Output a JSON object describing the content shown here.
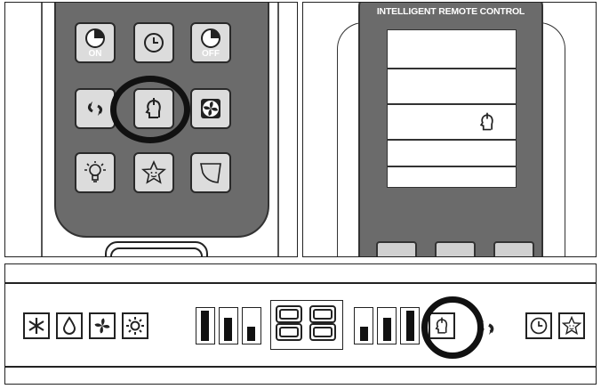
{
  "remote_pad": {
    "buttons": [
      {
        "id": "timer-on",
        "icon": "timer-on-icon",
        "label": "ON"
      },
      {
        "id": "clock",
        "icon": "clock-icon",
        "label": ""
      },
      {
        "id": "timer-off",
        "icon": "timer-off-icon",
        "label": "OFF"
      },
      {
        "id": "swing",
        "icon": "swing-icon",
        "label": ""
      },
      {
        "id": "intelligent",
        "icon": "intelligent-sensor-icon",
        "label": ""
      },
      {
        "id": "fan",
        "icon": "fan-icon",
        "label": ""
      },
      {
        "id": "light",
        "icon": "bulb-icon",
        "label": ""
      },
      {
        "id": "sleep",
        "icon": "star-face-icon",
        "label": ""
      },
      {
        "id": "louver",
        "icon": "louver-icon",
        "label": ""
      }
    ],
    "highlighted": "intelligent"
  },
  "remote_lcd": {
    "title": "INTELLIGENT REMOTE CONTROL",
    "shown_icon": "intelligent-sensor-icon"
  },
  "display_strip": {
    "indicators_left": [
      "snowflake-icon",
      "drop-icon",
      "fan-icon",
      "sun-icon"
    ],
    "digits": "88",
    "indicators_right": [
      "intelligent-sensor-icon",
      "swing-icon",
      "clock-icon",
      "star-face-icon"
    ],
    "highlighted": "intelligent-sensor-icon"
  },
  "colors": {
    "remote_body": "#6b6b6b",
    "button_face": "#dcdcdc",
    "outline": "#222222"
  }
}
